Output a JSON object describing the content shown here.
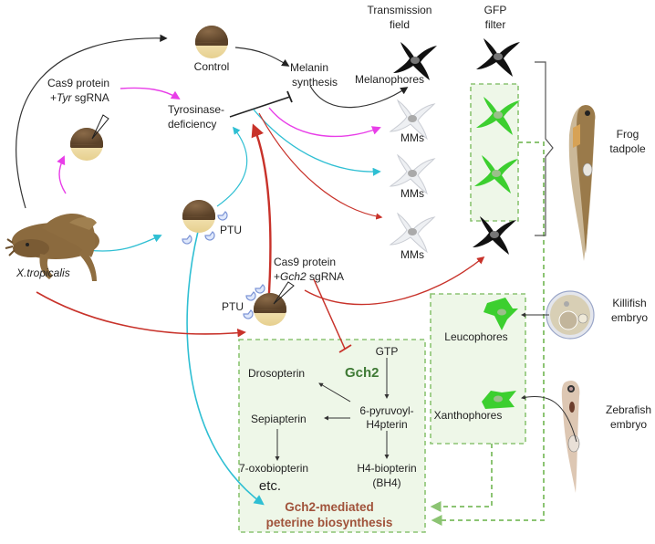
{
  "headers": {
    "transmission": [
      "Transmission",
      "field"
    ],
    "gfp": [
      "GFP",
      "filter"
    ]
  },
  "labels": {
    "control": "Control",
    "cas9_tyr_line1": "Cas9 protein",
    "cas9_tyr_plus": "+",
    "cas9_tyr_gene": "Tyr",
    "cas9_tyr_rest": " sgRNA",
    "tyrosinase": [
      "Tyrosinase-",
      "deficiency"
    ],
    "melanin": [
      "Melanin",
      "synthesis"
    ],
    "melanophores": "Melanophores",
    "mms_1": "MMs",
    "mms_2": "MMs",
    "mms_3": "MMs",
    "ptu_1": "PTU",
    "ptu_2": "PTU",
    "species": "X.tropicalis",
    "cas9_gch2_line1": "Cas9 protein",
    "cas9_gch2_plus": "+",
    "cas9_gch2_gene": "Gch2",
    "cas9_gch2_rest": " sgRNA",
    "frog": [
      "Frog",
      "tadpole"
    ],
    "killifish": [
      "Killifish",
      "embryo"
    ],
    "zebrafish": [
      "Zebrafish",
      "embryo"
    ],
    "leucophores": "Leucophores",
    "xanthophores": "Xanthophores"
  },
  "pathway": {
    "gtp": "GTP",
    "gch2": "Gch2",
    "drosopterin": "Drosopterin",
    "pyruvoyl": [
      "6-pyruvoyl-",
      "H4pterin"
    ],
    "sepiapterin": "Sepiapterin",
    "oxobiopterin": "7-oxobiopterin",
    "etc": "etc.",
    "h4biopterin": [
      "H4-biopterin",
      "(BH4)"
    ],
    "title": [
      "Gch2-mediated",
      "peterine biosynthesis"
    ]
  },
  "colors": {
    "black_path": "#222222",
    "magenta_path": "#e83ee8",
    "cyan_path": "#2fbfd3",
    "red_path": "#c8322a",
    "green_box_fill": "#eef7e8",
    "green_dash": "#8cc473",
    "gfp_cell": "#3ccf2f",
    "gch2_text": "#3f7a35",
    "biosynthesis_text": "#a0523a"
  }
}
